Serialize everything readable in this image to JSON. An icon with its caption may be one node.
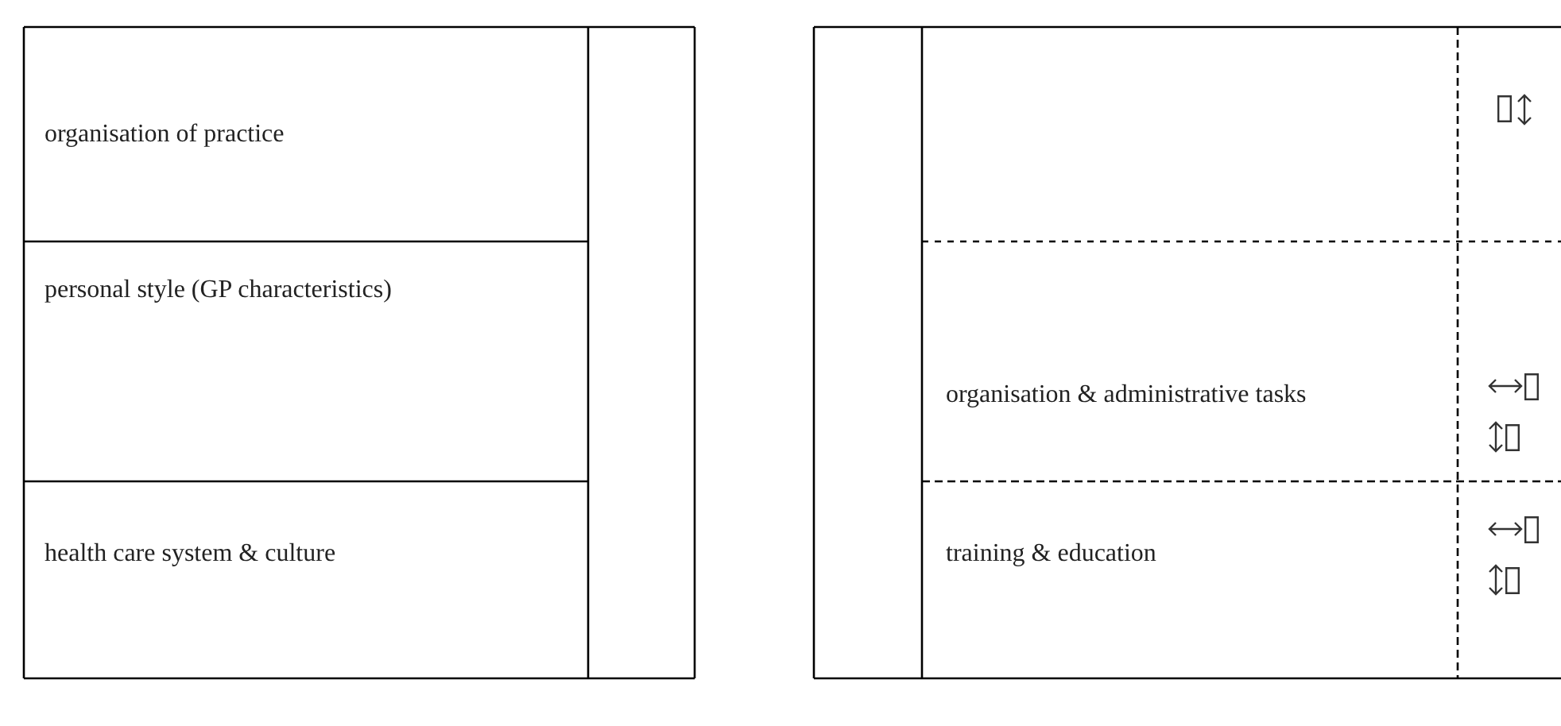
{
  "diagram": {
    "labels": [
      "organisation of practice",
      "personal style (GP characteristics)",
      "health care system & culture",
      "organisation & administrative tasks",
      "training & education"
    ]
  }
}
